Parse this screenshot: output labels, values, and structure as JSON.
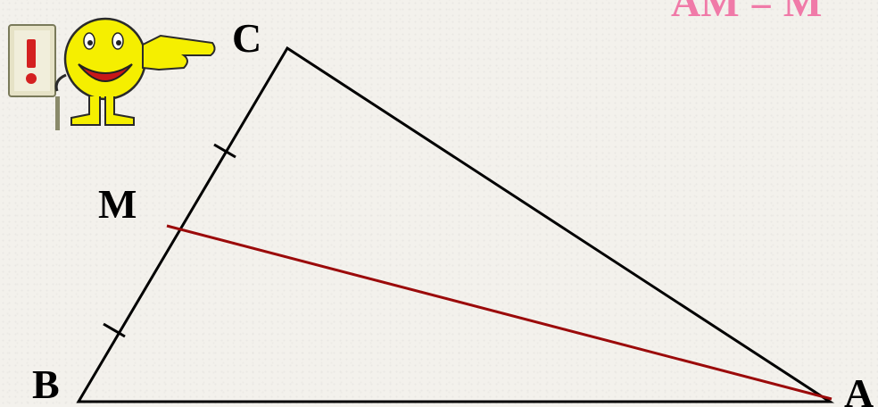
{
  "header_text": "AM = M",
  "vertices": {
    "A": "A",
    "B": "B",
    "C": "C",
    "M": "M"
  },
  "colors": {
    "triangle": "#000000",
    "median": "#9b0a0a",
    "header": "#f07aa8"
  },
  "icons": {
    "mascot": "smiley-pointing-with-warning-sign-icon"
  }
}
